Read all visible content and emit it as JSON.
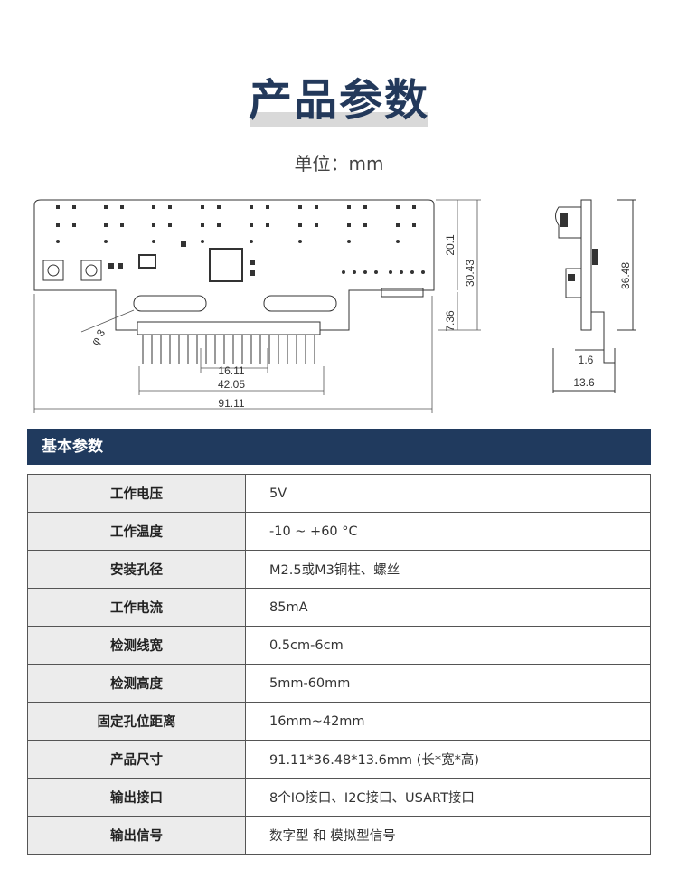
{
  "title": "产品参数",
  "unit_label": "单位：mm",
  "drawing": {
    "dim_hole": "φ 3",
    "dim_16_11": "16.11",
    "dim_42_05": "42.05",
    "dim_91_11": "91.11",
    "dim_20_1": "20.1",
    "dim_30_43": "30.43",
    "dim_7_36": "7.36",
    "dim_36_48": "36.48",
    "dim_1_6": "1.6",
    "dim_13_6": "13.6"
  },
  "section_title": "基本参数",
  "params": [
    {
      "key": "工作电压",
      "value": "5V"
    },
    {
      "key": "工作温度",
      "value": "-10 ~ +60 °C"
    },
    {
      "key": "安装孔径",
      "value": "M2.5或M3铜柱、螺丝"
    },
    {
      "key": "工作电流",
      "value": "85mA"
    },
    {
      "key": "检测线宽",
      "value": "0.5cm-6cm"
    },
    {
      "key": "检测高度",
      "value": "5mm-60mm"
    },
    {
      "key": "固定孔位距离",
      "value": "16mm~42mm"
    },
    {
      "key": "产品尺寸",
      "value": "91.11*36.48*13.6mm (长*宽*高)"
    },
    {
      "key": "输出接口",
      "value": "8个IO接口、I2C接口、USART接口"
    },
    {
      "key": "输出信号",
      "value": "数字型 和 模拟型信号"
    }
  ]
}
